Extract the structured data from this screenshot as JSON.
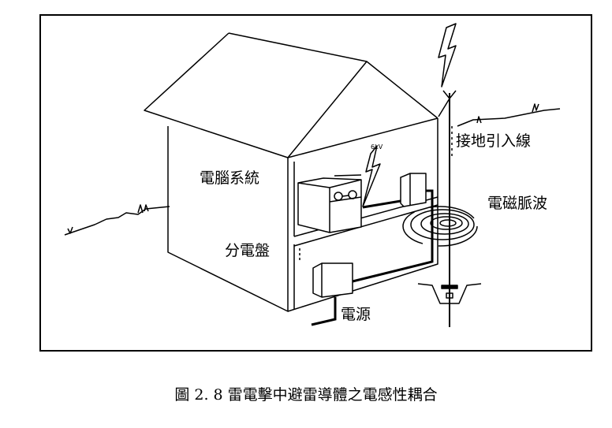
{
  "diagram": {
    "labels": {
      "computer_system": "電腦系統",
      "distribution_panel": "分電盤",
      "power_source": "電源",
      "ground_down_conductor": "接地引入線",
      "em_pulse": "電磁脈波",
      "voltage": "6kV"
    },
    "caption": "圖 2. 8 雷電擊中避雷導體之電感性耦合"
  }
}
